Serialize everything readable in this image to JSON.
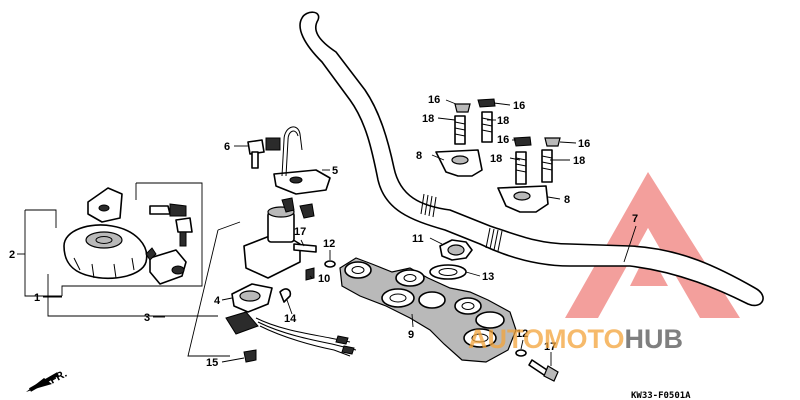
{
  "diagram": {
    "callouts": [
      {
        "id": "c1",
        "text": "1"
      },
      {
        "id": "c2",
        "text": "2"
      },
      {
        "id": "c3",
        "text": "3"
      },
      {
        "id": "c4",
        "text": "4"
      },
      {
        "id": "c5",
        "text": "5"
      },
      {
        "id": "c6",
        "text": "6"
      },
      {
        "id": "c7",
        "text": "7"
      },
      {
        "id": "c8a",
        "text": "8"
      },
      {
        "id": "c8b",
        "text": "8"
      },
      {
        "id": "c9",
        "text": "9"
      },
      {
        "id": "c10",
        "text": "10"
      },
      {
        "id": "c11",
        "text": "11"
      },
      {
        "id": "c12a",
        "text": "12"
      },
      {
        "id": "c12b",
        "text": "12"
      },
      {
        "id": "c13",
        "text": "13"
      },
      {
        "id": "c14",
        "text": "14"
      },
      {
        "id": "c15",
        "text": "15"
      },
      {
        "id": "c16a",
        "text": "16"
      },
      {
        "id": "c16b",
        "text": "16"
      },
      {
        "id": "c16c",
        "text": "16"
      },
      {
        "id": "c16d",
        "text": "16"
      },
      {
        "id": "c17a",
        "text": "17"
      },
      {
        "id": "c17b",
        "text": "17"
      },
      {
        "id": "c18a",
        "text": "18"
      },
      {
        "id": "c18b",
        "text": "18"
      },
      {
        "id": "c18c",
        "text": "18"
      },
      {
        "id": "c18d",
        "text": "18"
      }
    ],
    "front_arrow_label": "FR.",
    "figure_code": "KW33-F0501A"
  },
  "watermark": {
    "brand_part1": "AUTOMOTO",
    "brand_part2": "HUB",
    "color_red": "#e8413c",
    "color_orange": "#f4a43a",
    "color_grey": "#555555"
  }
}
